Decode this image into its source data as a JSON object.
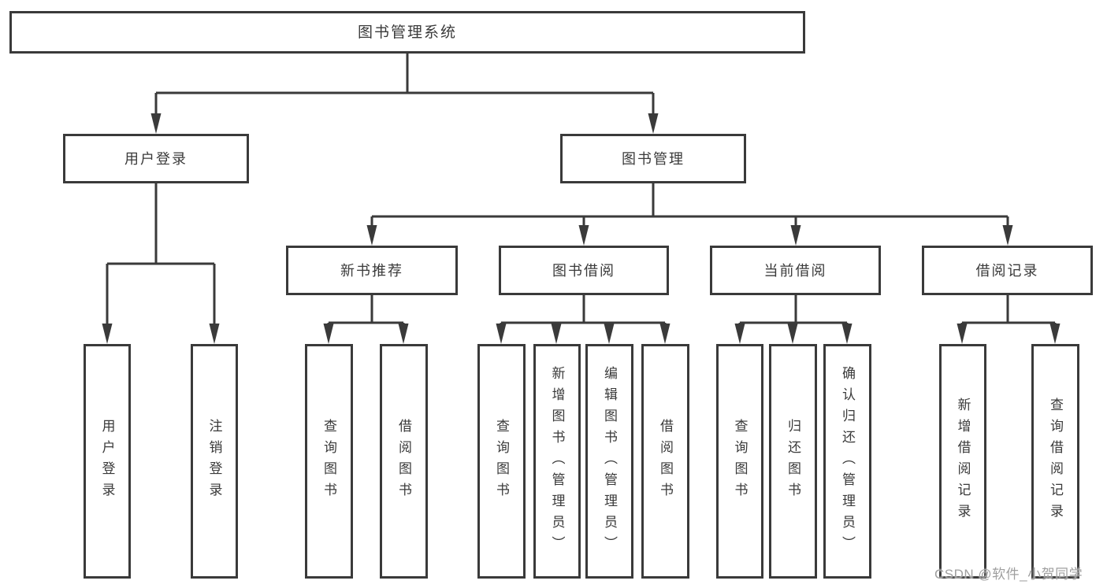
{
  "diagram": {
    "root": {
      "label": "图书管理系统"
    },
    "branches": [
      {
        "label": "用户登录",
        "leaves": [
          "用户登录",
          "注销登录"
        ]
      },
      {
        "label": "图书管理",
        "groups": [
          {
            "label": "新书推荐",
            "leaves": [
              "查询图书",
              "借阅图书"
            ]
          },
          {
            "label": "图书借阅",
            "leaves": [
              "查询图书",
              "新增图书（管理员）",
              "编辑图书（管理员）",
              "借阅图书"
            ]
          },
          {
            "label": "当前借阅",
            "leaves": [
              "查询图书",
              "归还图书",
              "确认归还（管理员）"
            ]
          },
          {
            "label": "借阅记录",
            "leaves": [
              "新增借阅记录",
              "查询借阅记录"
            ]
          }
        ]
      }
    ]
  },
  "watermark": {
    "text": "CSDN @软件_小贺同学"
  },
  "colors": {
    "line": "#3a3a3a",
    "text": "#3a3a3a",
    "box_background": "#ffffff",
    "page_background": "#ffffff",
    "watermark": "#9f9f9f"
  }
}
